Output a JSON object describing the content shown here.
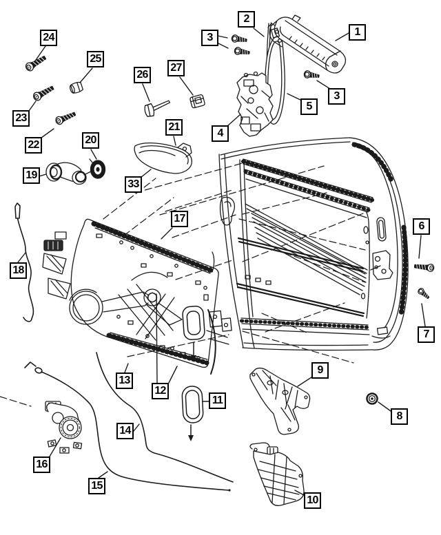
{
  "diagram": {
    "background": "#ffffff",
    "line_color": "#1a1a1a",
    "callouts": [
      {
        "id": "1",
        "label": "1"
      },
      {
        "id": "2",
        "label": "2"
      },
      {
        "id": "3-upper",
        "label": "3"
      },
      {
        "id": "3-right",
        "label": "3"
      },
      {
        "id": "4",
        "label": "4"
      },
      {
        "id": "5",
        "label": "5"
      },
      {
        "id": "6",
        "label": "6"
      },
      {
        "id": "7",
        "label": "7"
      },
      {
        "id": "8",
        "label": "8"
      },
      {
        "id": "9",
        "label": "9"
      },
      {
        "id": "10",
        "label": "10"
      },
      {
        "id": "11",
        "label": "11"
      },
      {
        "id": "12",
        "label": "12"
      },
      {
        "id": "13",
        "label": "13"
      },
      {
        "id": "14",
        "label": "14"
      },
      {
        "id": "15",
        "label": "15"
      },
      {
        "id": "16",
        "label": "16"
      },
      {
        "id": "17",
        "label": "17"
      },
      {
        "id": "18",
        "label": "18"
      },
      {
        "id": "19",
        "label": "19"
      },
      {
        "id": "20",
        "label": "20"
      },
      {
        "id": "21",
        "label": "21"
      },
      {
        "id": "22",
        "label": "22"
      },
      {
        "id": "23",
        "label": "23"
      },
      {
        "id": "24",
        "label": "24"
      },
      {
        "id": "25",
        "label": "25"
      },
      {
        "id": "26",
        "label": "26"
      },
      {
        "id": "27",
        "label": "27"
      },
      {
        "id": "33",
        "label": "33"
      }
    ]
  }
}
